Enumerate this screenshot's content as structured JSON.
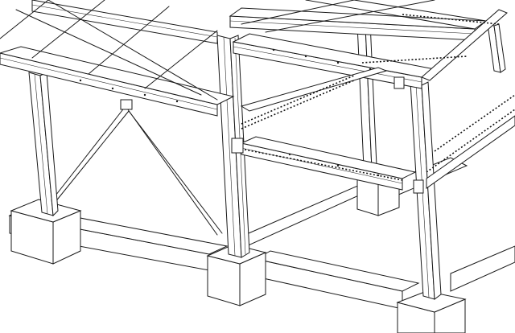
{
  "view": {
    "style": "isometric-line-drawing",
    "background_color": "#ffffff",
    "line_color": "#1a1a1a"
  },
  "model": {
    "components": [
      "concrete-pedestal",
      "grade-beam",
      "steel-column",
      "roof-beam",
      "floor-beam",
      "cross-bracing",
      "roof-purlin",
      "floor-grating"
    ]
  }
}
